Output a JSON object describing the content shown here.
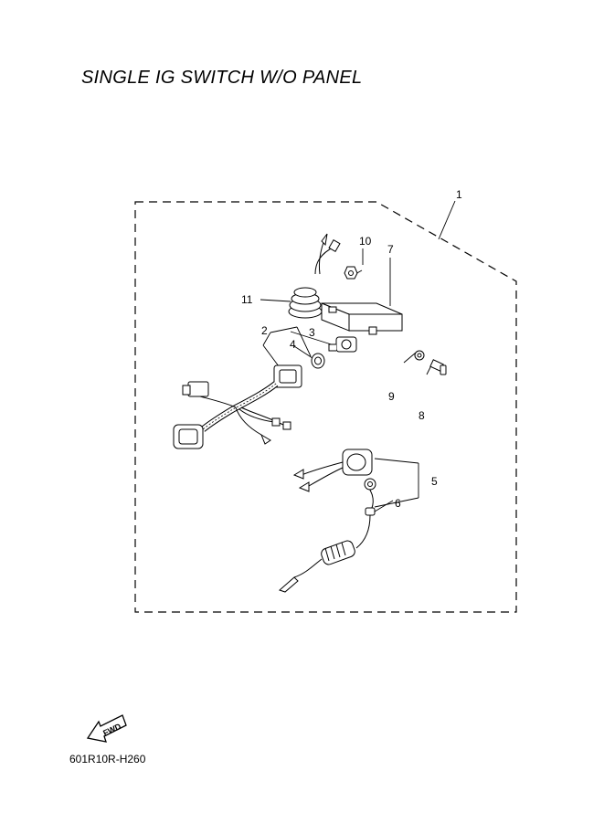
{
  "title": "SINGLE IG SWITCH W/O PANEL",
  "diagram_code": "601R10R-H260",
  "fwd_label": "FWD",
  "callouts": [
    {
      "id": "c1",
      "label": "1"
    },
    {
      "id": "c2",
      "label": "2"
    },
    {
      "id": "c3",
      "label": "3"
    },
    {
      "id": "c4",
      "label": "4"
    },
    {
      "id": "c5",
      "label": "5"
    },
    {
      "id": "c6",
      "label": "6"
    },
    {
      "id": "c7",
      "label": "7"
    },
    {
      "id": "c8",
      "label": "8"
    },
    {
      "id": "c9",
      "label": "9"
    },
    {
      "id": "c10",
      "label": "10"
    },
    {
      "id": "c11",
      "label": "11"
    }
  ]
}
